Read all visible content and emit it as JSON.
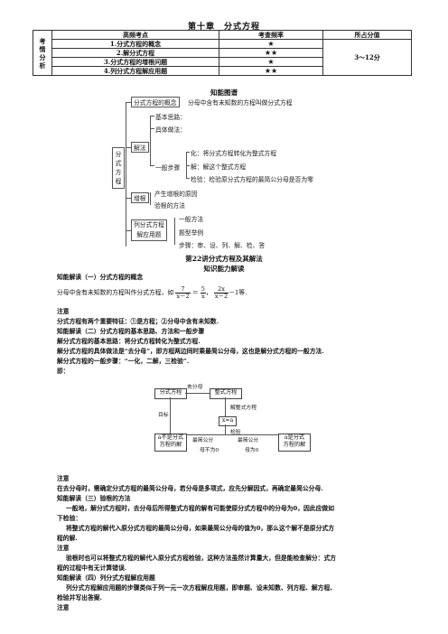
{
  "chapter_title": "第十章　分式方程",
  "exam_table": {
    "side_label": [
      "考",
      "情",
      "分",
      "析"
    ],
    "headers": [
      "高频考点",
      "考查频率",
      "所占分值"
    ],
    "rows": [
      {
        "topic": "1.分式方程的概念",
        "freq": "★"
      },
      {
        "topic": "2.解分式方程",
        "freq": "★★"
      },
      {
        "topic": "3.分式方程的增根问题",
        "freq": "★"
      },
      {
        "topic": "4.列分式方程解应用题",
        "freq": "★★"
      }
    ],
    "score": "3～12分"
  },
  "knowledge_map": {
    "title": "知能图谱",
    "root": [
      "分",
      "式",
      "方",
      "程"
    ],
    "concept_box": "分式方程的概念",
    "concept_desc": "分母中含有未知数的方程叫做分式方程",
    "basic_idea": "基本思路：",
    "specific_method": "具体做法：",
    "solve_box": "解法",
    "general_steps": "一般步骤",
    "step_hua": "化：将分式方程转化为整式方程",
    "step_jie": "解：解这个整式方程",
    "step_jian": "检验：检验原分式方程的最简公分母是否为零",
    "extraneous_box": "增根",
    "extraneous_1": "产生增根的原因",
    "extraneous_2": "验根的方法",
    "app_box_1": "列分式方程",
    "app_box_2": "解应用题",
    "app_1": "一般方法",
    "app_2": "题型举例",
    "app_3": "步骤：审、设、列、解、检、答"
  },
  "lesson": {
    "title": "第22讲分式方程及其解法",
    "subtitle": "知识能力解读",
    "s1_title": "知能解读（一）分式方程的概念",
    "s1_text": "分母中含有未知数的方程叫作分式方程，如",
    "s1_eq1_n": "7",
    "s1_eq1_d": "x－2",
    "s1_eq1_eq": "＝",
    "s1_eq2_n": "5",
    "s1_eq2_d": "x",
    "s1_sep": "，",
    "s1_eq3_n": "2x",
    "s1_eq3_d": "x－2",
    "s1_eq3_tail": "－1等.",
    "note1": "注意",
    "note1_text": "分式方程有两个重要特征：①是方程；②分母中含有未知数.",
    "s2_title": "知能解读（二）分式方程的基本思路、方法和一般步骤",
    "s2_l1": "解分式方程的基本思路：将分式方程转化为整式方程.",
    "s2_l2": "解分式方程的具体做法是“去分母”，即方程两边同时乘最简公分母，这也是解分式方程的一般方法.",
    "s2_l3": "解分式方程的一般步骤：“一化，二解，三检验”.",
    "s2_l4": "即："
  },
  "flow": {
    "eq_frac": "分式方程",
    "eq_int": "整式方程",
    "lbl_qufenmu": "去分母",
    "lbl_jie": "解整式方程",
    "lbl_mubiao": "目标",
    "sol": "x=a",
    "lbl_jianyan": "检验",
    "lbl_zjgfm1": "最简公分",
    "lbl_zjgfm2": "最简公分",
    "lbl_mu0": "母不为0",
    "lbl_mu00": "母为0",
    "res_yes_1": "a是分式",
    "res_yes_2": "方程的解",
    "res_no_1": "a不是分式",
    "res_no_2": "方程的解"
  },
  "notes": {
    "note2": "注意",
    "note2_text": "在去分母时，需确定分式方程的最简公分母，若分母是多项式，应先分解因式，再确定最简公分母.",
    "s3_title": "知能解读（三）验根的方法",
    "s3_p1a": "一般地，解分式方程时，去分母后所得整式方程的解有可能使原分式方程中的分母为0，因此应做如",
    "s3_p1b": "下检验：",
    "s3_p2a": "将整式方程的解代入原分式方程的最简公分母，如果最简公分母的值为0，那么这个解不是原分式方",
    "s3_p2b": "程的解.",
    "note3": "注意",
    "note3_a": "验根时也可以将整式方程的解代入原分式方程检验，这种方法虽然计算量大，但是能检查解分：式方",
    "note3_b": "程的过程中有无计算错误.",
    "s4_title": "知能解读（四）列分式方程解应用题",
    "s4_a": "列分式方程解应用题的步骤类似于列一元一次方程解应用题，即审题、设未知数、列方程、解方程、",
    "s4_b": "检验并写出答案.",
    "note4": "注意"
  }
}
